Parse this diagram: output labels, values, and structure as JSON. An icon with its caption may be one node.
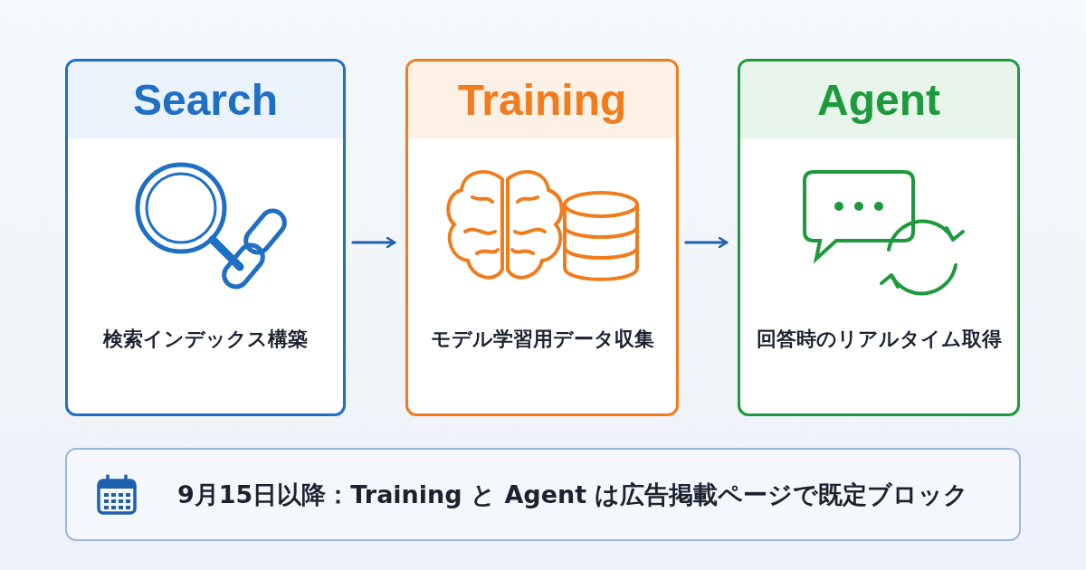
{
  "diagram": {
    "nodes": [
      {
        "text": [
          "Search",
          "検索インデックス構築"
        ]
      },
      {
        "text": [
          "Training",
          "モデル学習用データ収集"
        ]
      },
      {
        "text": [
          "Agent",
          "回答時のリアルタイム取得"
        ]
      },
      {
        "text": [
          "9月15日以降：Training と Agent は広告掲載ページで既定ブロック"
        ]
      }
    ],
    "edges": [
      {
        "from": 0,
        "to": 1,
        "arrow": "to"
      },
      {
        "from": 1,
        "to": 2,
        "arrow": "to"
      }
    ]
  }
}
